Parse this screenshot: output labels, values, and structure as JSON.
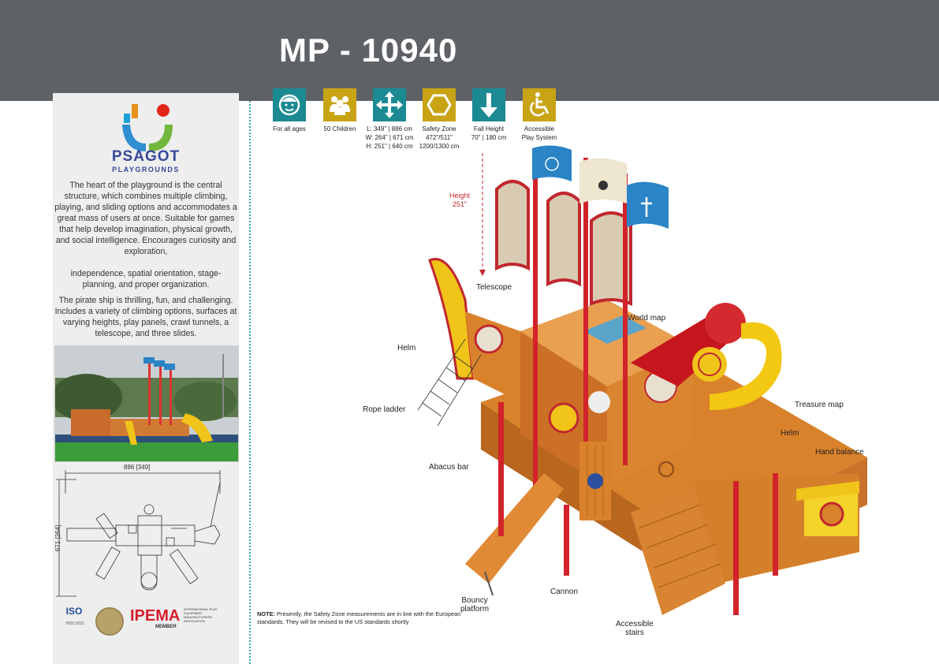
{
  "page": {
    "title": "MP - 10940",
    "colors": {
      "header": "#5e6266",
      "sidebar": "#eeeeee",
      "teal": "#1b8a92",
      "gold": "#c8a415",
      "accent_red": "#c0282e"
    }
  },
  "brand": {
    "name": "PSAGOT",
    "subtitle": "PLAYGROUNDS"
  },
  "description": {
    "paragraph1": "The heart of the playground is the central structure, which combines multiple climbing, playing, and sliding options and accommodates a great mass of users at once.  Suitable for games that help develop imagination, physical growth, and social intelligence. Encourages curiosity and exploration,",
    "paragraph2": "independence, spatial orientation, stage-planning, and proper organization.",
    "paragraph3": "The pirate ship is thrilling, fun, and challenging. Includes a variety of climbing options, surfaces at varying heights, play panels, crawl tunnels, a telescope, and three slides."
  },
  "plan": {
    "width_label": "886 [349]",
    "depth_label": "671 [264]"
  },
  "certifications": {
    "iso": "ISO",
    "iso_sub": "9001:2015",
    "ipema": "IPEMA",
    "ipema_member": "MEMBER",
    "ipema_full": "INTERNATIONAL PLAY EQUIPMENT MANUFACTURERS ASSOCIATION"
  },
  "specs": [
    {
      "icon": "child-face-icon",
      "color": "#1b8a92",
      "line1": "For all ages",
      "line2": "",
      "line3": ""
    },
    {
      "icon": "group-icon",
      "color": "#c8a415",
      "line1": "50 Children",
      "line2": "",
      "line3": ""
    },
    {
      "icon": "arrows-move-icon",
      "color": "#1b8a92",
      "line1": "L: 349\" | 886 cm",
      "line2": "W: 264\" | 671 cm",
      "line3": "H: 251\" | 640 cm"
    },
    {
      "icon": "hexagon-icon",
      "color": "#c8a415",
      "line1": "Safety Zone",
      "line2": "472\"/511\"",
      "line3": "1200/1300 cm"
    },
    {
      "icon": "arrow-down-icon",
      "color": "#1b8a92",
      "line1": "Fall Height",
      "line2": "70\" | 180 cm",
      "line3": ""
    },
    {
      "icon": "wheelchair-icon",
      "color": "#c8a415",
      "line1": "Accessible",
      "line2": "Play System",
      "line3": ""
    }
  ],
  "height": {
    "label": "Height",
    "value": "251\""
  },
  "callouts": {
    "telescope": "Telescope",
    "world_map": "World map",
    "helm_left": "Helm",
    "rope_ladder": "Rope ladder",
    "treasure_map": "Treasure map",
    "helm_right": "Helm",
    "hand_balance": "Hand balance",
    "abacus_bar": "Abacus bar",
    "bouncy_1": "Bouncy",
    "bouncy_2": "platform",
    "cannon": "Cannon",
    "stairs_1": "Accessible",
    "stairs_2": "stairs"
  },
  "note": {
    "lead": "NOTE:",
    "text": " Presently, the Safety Zone measurements are in line with the European standards. They will be revised to the US standards shortly"
  }
}
